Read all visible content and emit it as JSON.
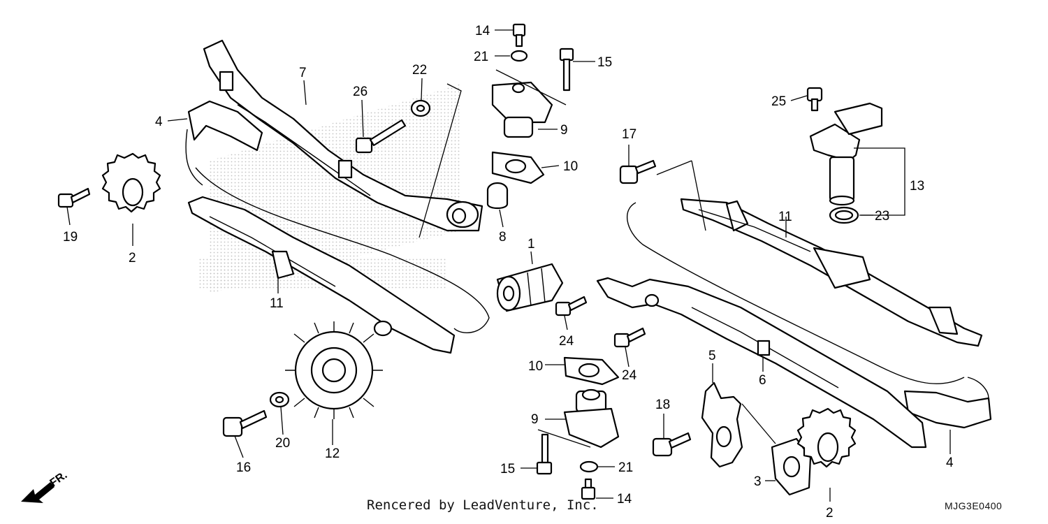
{
  "callouts": [
    {
      "n": "1"
    },
    {
      "n": "2"
    },
    {
      "n": "2"
    },
    {
      "n": "3"
    },
    {
      "n": "4"
    },
    {
      "n": "4"
    },
    {
      "n": "5"
    },
    {
      "n": "6"
    },
    {
      "n": "7"
    },
    {
      "n": "8"
    },
    {
      "n": "9"
    },
    {
      "n": "9"
    },
    {
      "n": "10"
    },
    {
      "n": "10"
    },
    {
      "n": "11"
    },
    {
      "n": "11"
    },
    {
      "n": "12"
    },
    {
      "n": "13"
    },
    {
      "n": "14"
    },
    {
      "n": "14"
    },
    {
      "n": "15"
    },
    {
      "n": "15"
    },
    {
      "n": "16"
    },
    {
      "n": "17"
    },
    {
      "n": "18"
    },
    {
      "n": "19"
    },
    {
      "n": "20"
    },
    {
      "n": "21"
    },
    {
      "n": "21"
    },
    {
      "n": "22"
    },
    {
      "n": "23"
    },
    {
      "n": "24"
    },
    {
      "n": "24"
    },
    {
      "n": "25"
    },
    {
      "n": "26"
    }
  ],
  "footer": {
    "credit": "Rencered by LeadVenture, Inc.",
    "code": "MJG3E0400"
  },
  "direction": {
    "label": "FR."
  }
}
